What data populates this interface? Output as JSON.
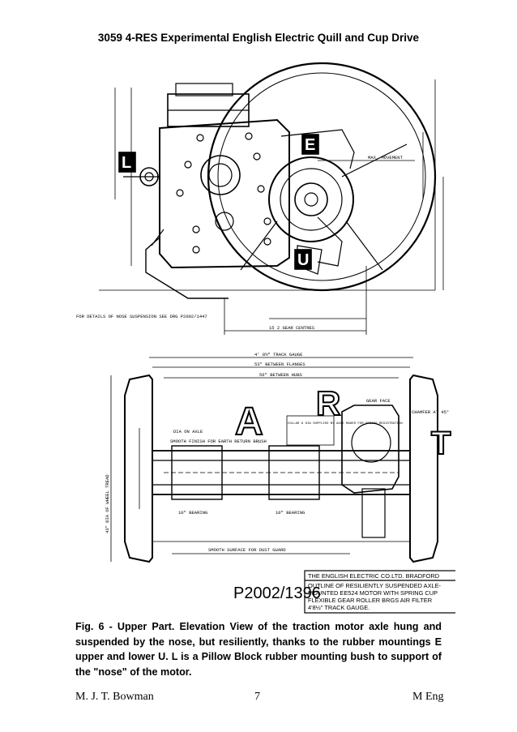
{
  "header": {
    "title": "3059 4-RES Experimental English Electric Quill and Cup Drive"
  },
  "drawing": {
    "letters": {
      "L": "L",
      "E": "E",
      "U": "U",
      "A": "A",
      "R": "R",
      "T": "T"
    },
    "drawing_number": "P2002/1396",
    "notes": {
      "nose_details": "FOR DETAILS OF NOSE SUSPENSION SEE DRG P2002/1447",
      "gear_centres": "15 2 GEAR CENTRES",
      "max_movement": "MAX. MOVEMENT",
      "track_gauge": "4' 8½\" TRACK GAUGE",
      "between_flanges": "53\" BETWEEN FLANGES",
      "between_hubs": "56\" BETWEEN HUBS",
      "chamfer": "CHAMFER AT 45°",
      "gear_face": "GEAR FACE",
      "bearing_left": "10\" BEARING",
      "bearing_right": "10\" BEARING",
      "dust_guard": "SMOOTH SURFACE FOR DUST GUARD",
      "collar": "COLLAR 9 DIA SUPPLIED BY AXLE MAKER FOR SPRING REGISTRATION",
      "smooth_finish": "SMOOTH FINISH FOR EARTH RETURN BRUSH",
      "dia_on_axle": "DIA ON AXLE",
      "wheel_dia": "43\" DIA OF WHEEL TREAD"
    },
    "title_block": {
      "company": "THE ENGLISH ELECTRIC CO.LTD. BRADFORD",
      "line1": "OUTLINE OF RESILIENTLY SUSPENDED AXLE-",
      "line2": "MOUNTED EE524 MOTOR WITH SPRING CUP",
      "line3": "FLEXIBLE GEAR ROLLER BRGS AIR FILTER",
      "line4": "4'8½\" TRACK GAUGE."
    }
  },
  "caption": {
    "text": "Fig. 6 - Upper Part. Elevation View of the traction motor axle hung and suspended by the nose, but resiliently, thanks to the rubber mountings E upper and lower U. L is a Pillow Block rubber mounting bush to support of the \"nose\" of the motor."
  },
  "footer": {
    "author": "M. J. T. Bowman",
    "page": "7",
    "degree": "M Eng"
  }
}
